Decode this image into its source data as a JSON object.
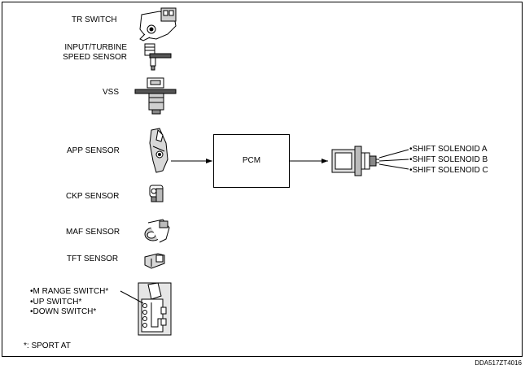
{
  "inputs": [
    {
      "label": "TR SWITCH",
      "icon": "tr-switch-icon"
    },
    {
      "label": "INPUT/TURBINE\nSPEED SENSOR",
      "icon": "speed-sensor-icon"
    },
    {
      "label": "VSS",
      "icon": "vss-icon"
    },
    {
      "label": "APP SENSOR",
      "icon": "app-sensor-icon"
    },
    {
      "label": "CKP SENSOR",
      "icon": "ckp-sensor-icon"
    },
    {
      "label": "MAF SENSOR",
      "icon": "maf-sensor-icon"
    },
    {
      "label": "TFT SENSOR",
      "icon": "tft-sensor-icon"
    }
  ],
  "manual_switches": [
    "M RANGE SWITCH*",
    "UP SWITCH*",
    "DOWN SWITCH*"
  ],
  "pcm_label": "PCM",
  "outputs": [
    "SHIFT SOLENOID A",
    "SHIFT SOLENOID B",
    "SHIFT SOLENOID C"
  ],
  "footnote": "*: SPORT AT",
  "figure_code": "DDA517ZT4016"
}
